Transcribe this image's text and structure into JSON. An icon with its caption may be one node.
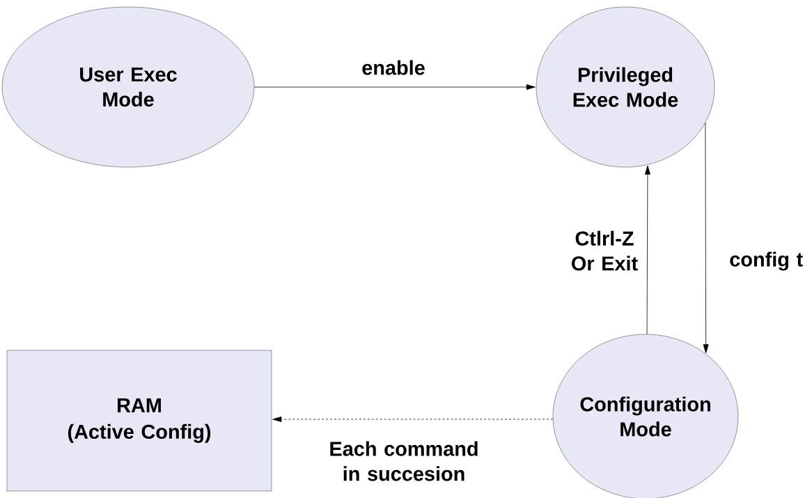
{
  "diagram": {
    "nodes": [
      {
        "text": [
          "User Exec Mode"
        ]
      },
      {
        "text": [
          "Privileged Exec Mode"
        ]
      },
      {
        "text": [
          "Configuration Mode"
        ]
      },
      {
        "text": [
          "RAM",
          "(Active Config)"
        ]
      }
    ],
    "edges": [
      {
        "from": 0,
        "to": 1,
        "arrow": "to",
        "label": "enable"
      },
      {
        "from": 2,
        "to": 1,
        "arrow": "to",
        "label": "Ctlrl-Z Or Exit"
      },
      {
        "from": 1,
        "to": 2,
        "arrow": "to",
        "label": "config t"
      },
      {
        "from": 2,
        "to": 3,
        "arrow": "to",
        "label": "Each command in succesion",
        "style": "dashed"
      }
    ]
  }
}
